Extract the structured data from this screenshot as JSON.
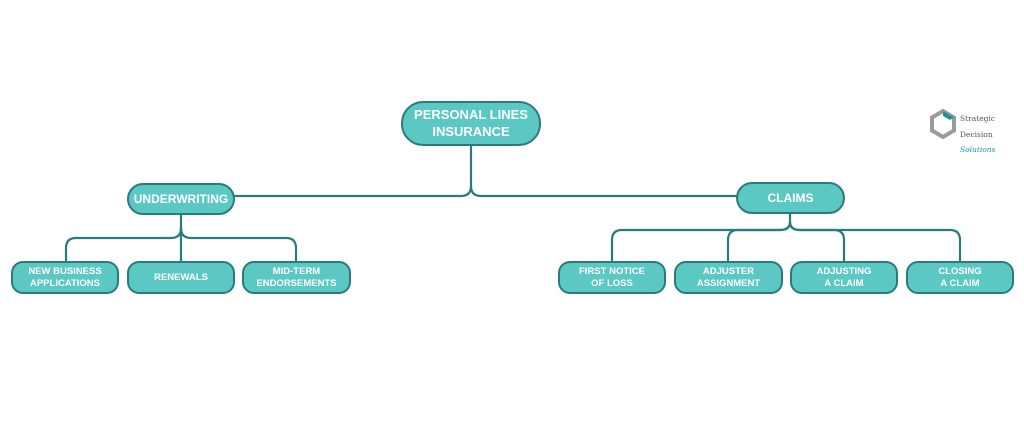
{
  "colors": {
    "node_fill": "#5bc8c3",
    "node_border": "#2b7a80",
    "connector": "#2b7a80",
    "text": "#ffffff"
  },
  "root": {
    "label": "PERSONAL LINES\nINSURANCE"
  },
  "branches": [
    {
      "label": "UNDERWRITING",
      "children": [
        "NEW BUSINESS\nAPPLICATIONS",
        "RENEWALS",
        "MID-TERM\nENDORSEMENTS"
      ]
    },
    {
      "label": "CLAIMS",
      "children": [
        "FIRST NOTICE\nOF LOSS",
        "ADJUSTER\nASSIGNMENT",
        "ADJUSTING\nA CLAIM",
        "CLOSING\nA CLAIM"
      ]
    }
  ],
  "logo": {
    "line1": "Strategic",
    "line2": "Decision",
    "line3": "Solutions",
    "icon": "hexagon-logo-icon"
  }
}
